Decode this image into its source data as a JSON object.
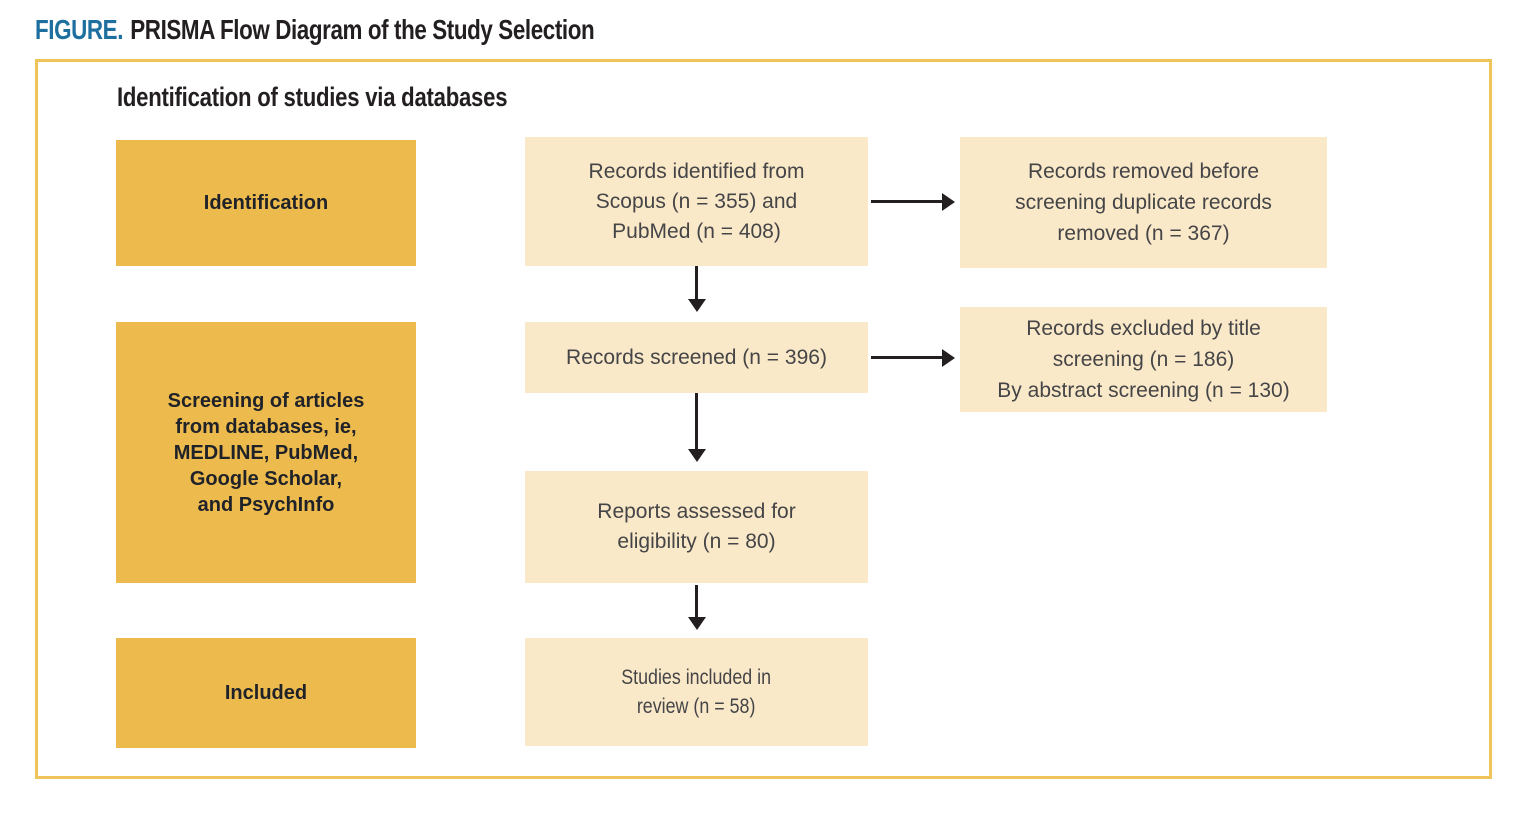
{
  "figure": {
    "label": "FIGURE.",
    "title": "PRISMA Flow Diagram of the Study Selection"
  },
  "diagram": {
    "heading": "Identification of studies via databases",
    "stages": [
      {
        "label": "Identification"
      },
      {
        "label": "Screening of articles\nfrom databases, ie,\nMEDLINE, PubMed,\nGoogle Scholar,\nand PsychInfo"
      },
      {
        "label": "Included"
      }
    ],
    "flow": [
      {
        "text": "Records identified from\nScopus (n = 355) and\nPubMed (n = 408)"
      },
      {
        "text": "Records screened (n = 396)"
      },
      {
        "text": "Reports assessed for\neligibility (n = 80)"
      },
      {
        "text": "Studies included in\nreview (n = 58)"
      }
    ],
    "exclusions": [
      {
        "text": "Records removed before\nscreening duplicate records\nremoved (n = 367)"
      },
      {
        "text": "Records excluded by title\nscreening (n = 186)\nBy abstract screening (n = 130)"
      }
    ]
  },
  "colors": {
    "figure_label_blue": "#1C6F9E",
    "title_text": "#231F20",
    "stage_box_fill": "#ECBA4D",
    "flow_box_fill": "#FAE9C9",
    "frame_border": "#EFC45B",
    "arrow": "#231F20"
  }
}
